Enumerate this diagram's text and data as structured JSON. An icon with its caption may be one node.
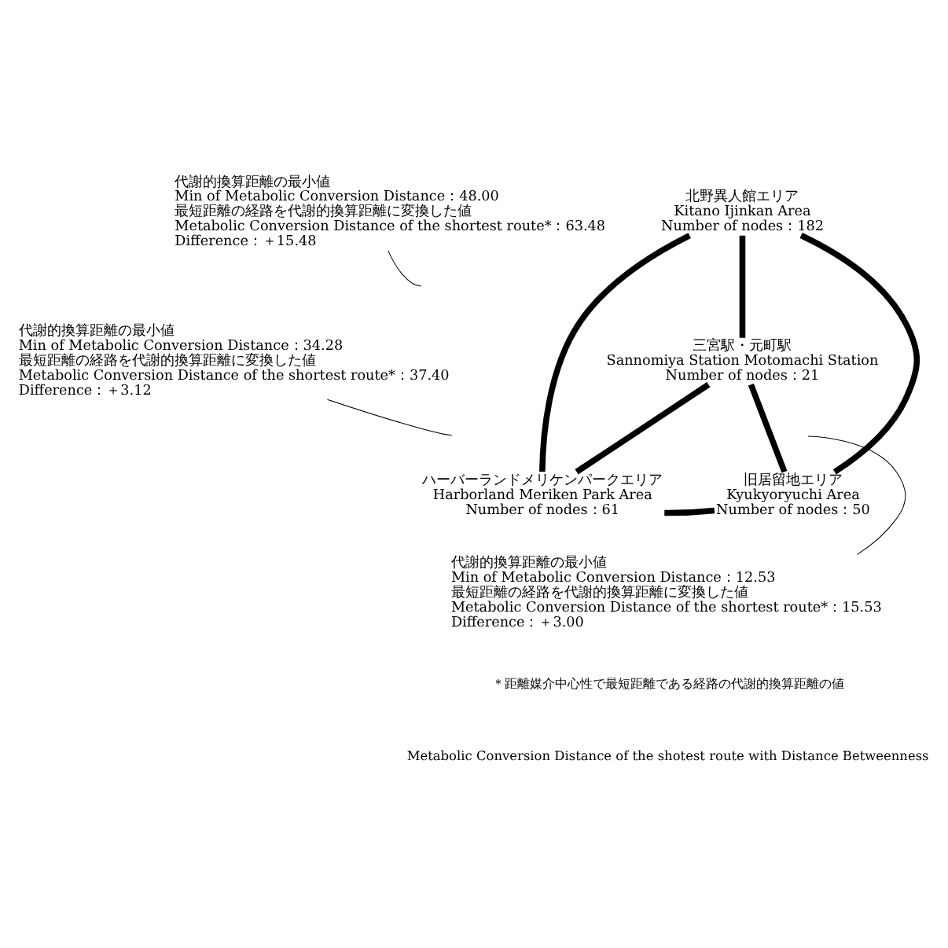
{
  "diagram": {
    "nodes": [
      {
        "text": [
          "北野異人館エリア",
          "Kitano Ijinkan Area",
          "Number of nodes：182"
        ]
      },
      {
        "text": [
          "三宮駅・元町駅",
          "Sannomiya Station Motomachi Station",
          "Number of nodes：21"
        ]
      },
      {
        "text": [
          "ハーバーランドメリケンパークエリア",
          "Harborland Meriken Park Area",
          "Number of nodes：61"
        ]
      },
      {
        "text": [
          "旧居留地エリア",
          "Kyukyoryuchi Area",
          "Number of nodes：50"
        ]
      },
      {
        "text": [
          "代謝的換算距離の最小値",
          "Min of Metabolic Conversion Distance：48.00",
          "最短距離の経路を代謝的換算距離に変換した値",
          "Metabolic Conversion Distance of the shortest route*：63.48",
          "Difference：＋15.48"
        ]
      },
      {
        "text": [
          "代謝的換算距離の最小値",
          "Min of Metabolic Conversion Distance：34.28",
          "最短距離の経路を代謝的換算距離に変換した値",
          "Metabolic Conversion Distance of the shortest route*：37.40",
          "Difference：＋3.12"
        ]
      },
      {
        "text": [
          "代謝的換算距離の最小値",
          "Min of Metabolic Conversion Distance：12.53",
          "最短距離の経路を代謝的換算距離に変換した値",
          "Metabolic Conversion Distance of the shortest route*：15.53",
          "Difference：＋3.00"
        ]
      }
    ],
    "edges": [
      {
        "from": 0,
        "to": 2,
        "arrow": "none"
      },
      {
        "from": 0,
        "to": 1,
        "arrow": "none"
      },
      {
        "from": 0,
        "to": 3,
        "arrow": "none"
      },
      {
        "from": 1,
        "to": 2,
        "arrow": "none"
      },
      {
        "from": 1,
        "to": 3,
        "arrow": "none"
      },
      {
        "from": 2,
        "to": 3,
        "arrow": "none"
      },
      {
        "from": 4,
        "to": null,
        "arrow": "none"
      },
      {
        "from": 5,
        "to": null,
        "arrow": "none"
      },
      {
        "from": 6,
        "to": null,
        "arrow": "none"
      }
    ],
    "labels": [
      "＊距離媒介中心性で最短距離である経路の代謝的換算距離の値",
      "Metabolic Conversion Distance of the shotest route with Distance Betweenness"
    ]
  }
}
